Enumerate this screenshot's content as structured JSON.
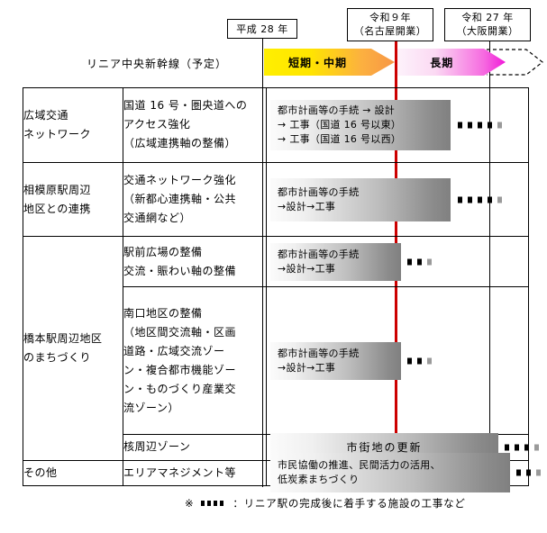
{
  "timeline": {
    "markers": [
      {
        "id": "heisei28",
        "lines": [
          "平成 28 年"
        ],
        "color": "#000000"
      },
      {
        "id": "reiwa9",
        "lines": [
          "令和９年",
          "（名古屋開業）"
        ],
        "color": "#cc0000"
      },
      {
        "id": "reiwa27",
        "lines": [
          "令和 27 年",
          "（大阪開業）"
        ],
        "color": "#000000"
      }
    ],
    "header_label": "リニア中央新幹線（予定）",
    "phases": [
      {
        "id": "short-mid",
        "label": "短期・中期",
        "start_color": "#ffef00",
        "end_color": "#f79646"
      },
      {
        "id": "long",
        "label": "長期",
        "start_color": "#fdf2fb",
        "end_color": "#f018d8"
      }
    ]
  },
  "table": {
    "rows": [
      {
        "category": "広域交通\nネットワーク",
        "item": "国道 16 号・圏央道への\nアクセス強化\n（広域連携軸の整備）",
        "bar_text": "都市計画等の手続  →  設計\n→  工事（国道 16 号以東）\n→  工事（国道 16 号以西）",
        "bar_align": "left",
        "dots": 5
      },
      {
        "category": "相模原駅周辺\n地区との連携",
        "item": "交通ネットワーク強化\n（新都心連携軸・公共\n交通網など）",
        "bar_text": "都市計画等の手続\n→設計→工事",
        "bar_align": "left",
        "dots": 5
      },
      {
        "category": "橋本駅周辺地区\nのまちづくり",
        "item": "駅前広場の整備\n交流・賑わい軸の整備",
        "bar_text": "都市計画等の手続\n→設計→工事",
        "bar_align": "left",
        "dots": 3
      },
      {
        "category": "",
        "item": "南口地区の整備\n（地区間交流軸・区画\n道路・広域交流ゾー\nン・複合都市機能ゾー\nン・ものづくり産業交\n流ゾーン）",
        "bar_text": "都市計画等の手続\n→設計→工事",
        "bar_align": "left",
        "dots": 3
      },
      {
        "category": "",
        "item": "核周辺ゾーン",
        "bar_text": "市街地の更新",
        "bar_align": "center",
        "dots": 4
      },
      {
        "category": "その他",
        "item": "エリアマネジメント等",
        "bar_text": "市民協働の推進、民間活力の活用、\n低炭素まちづくり",
        "bar_align": "left",
        "dots": 3
      }
    ]
  },
  "footnote": {
    "prefix": "※",
    "suffix": "：リニア駅の完成後に着手する施設の工事など"
  }
}
